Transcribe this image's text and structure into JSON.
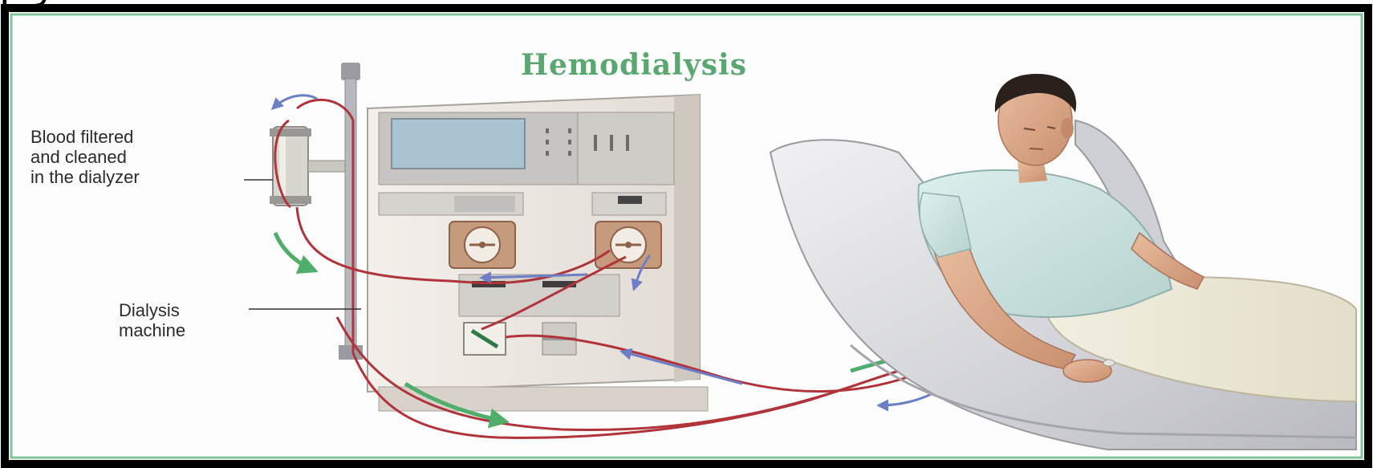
{
  "title": "Hemodialysis",
  "labels": {
    "dialyzer": "Blood filtered\nand cleaned\nin the dialyzer",
    "machine": "Dialysis\nmachine"
  },
  "top_strip_text": "p                                                              y",
  "colors": {
    "frame": "#000000",
    "title": "#5aa870",
    "blood_line": "#b0343a",
    "return_arrow": "#6c7fc6",
    "flow_arrow": "#4fae6a",
    "machine_body": "#e9e4df",
    "screen": "#9fb8c8"
  }
}
